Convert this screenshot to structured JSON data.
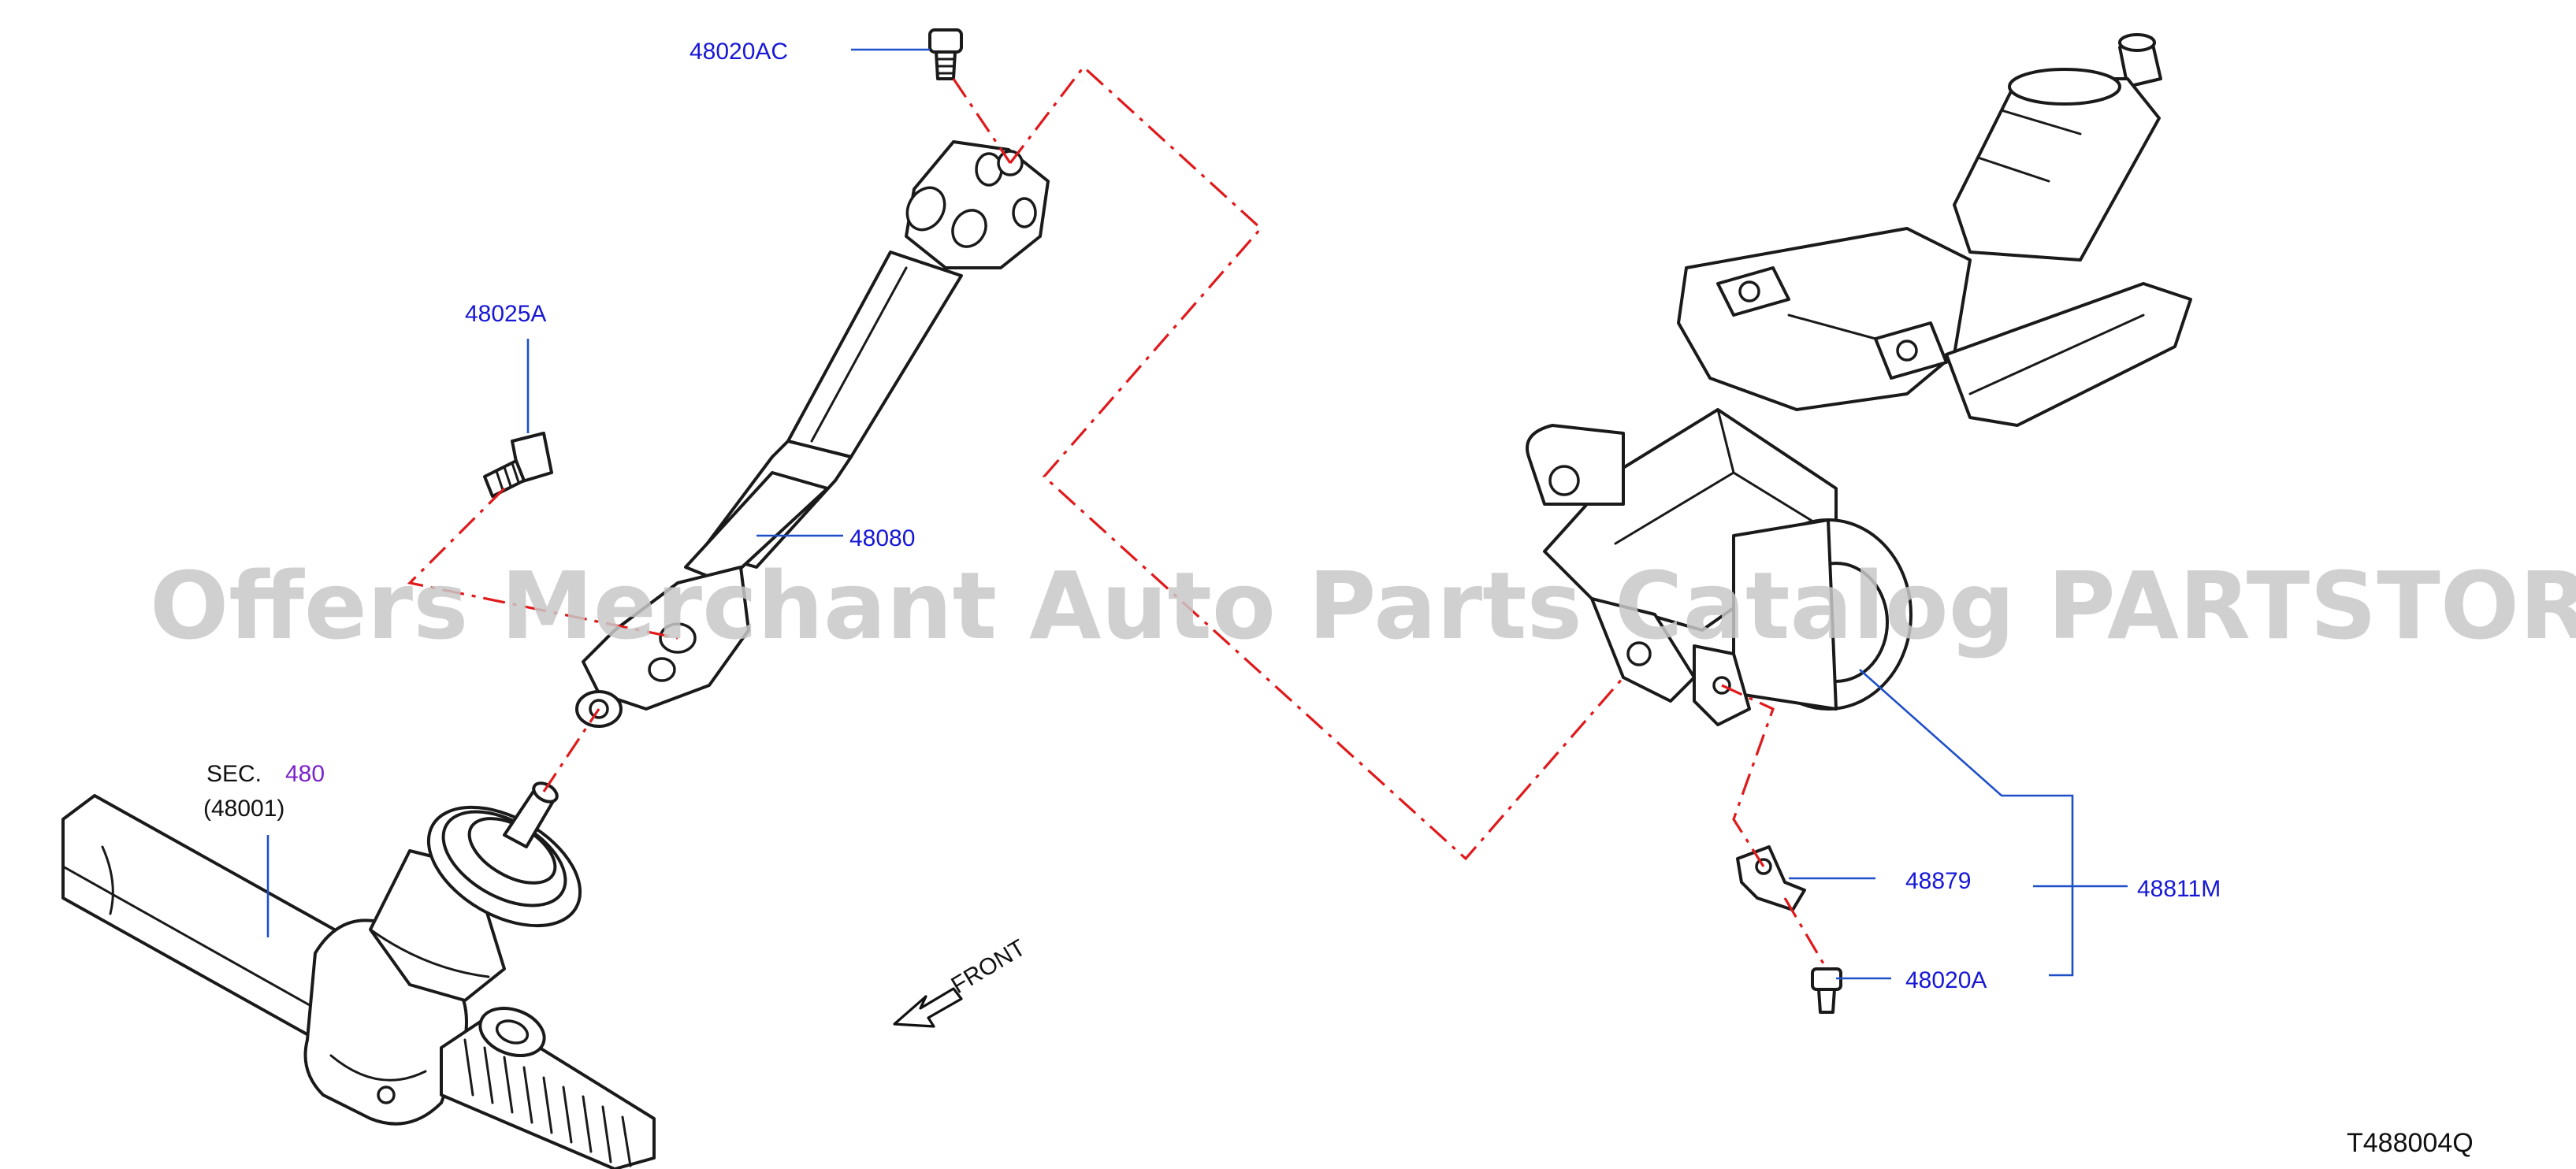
{
  "labels": {
    "p48020AC": "48020AC",
    "p48025A": "48025A",
    "p48080": "48080",
    "sec_prefix": "SEC.",
    "sec_number": "480",
    "sec_ref": "(48001)",
    "p48879": "48879",
    "p48811M": "48811M",
    "p48020A": "48020A",
    "front": "FRONT"
  },
  "watermark": "Offers Merchant Auto Parts Catalog PARTSTORE.SA",
  "diagram_id": "T488004Q",
  "colors": {
    "part_label": "#1717d6",
    "section_number": "#7b23c9",
    "leader_line": "#1d4fc9",
    "phantom_line": "#e0191b",
    "outline": "#1a1a1a",
    "watermark": "#c8c8c8"
  }
}
